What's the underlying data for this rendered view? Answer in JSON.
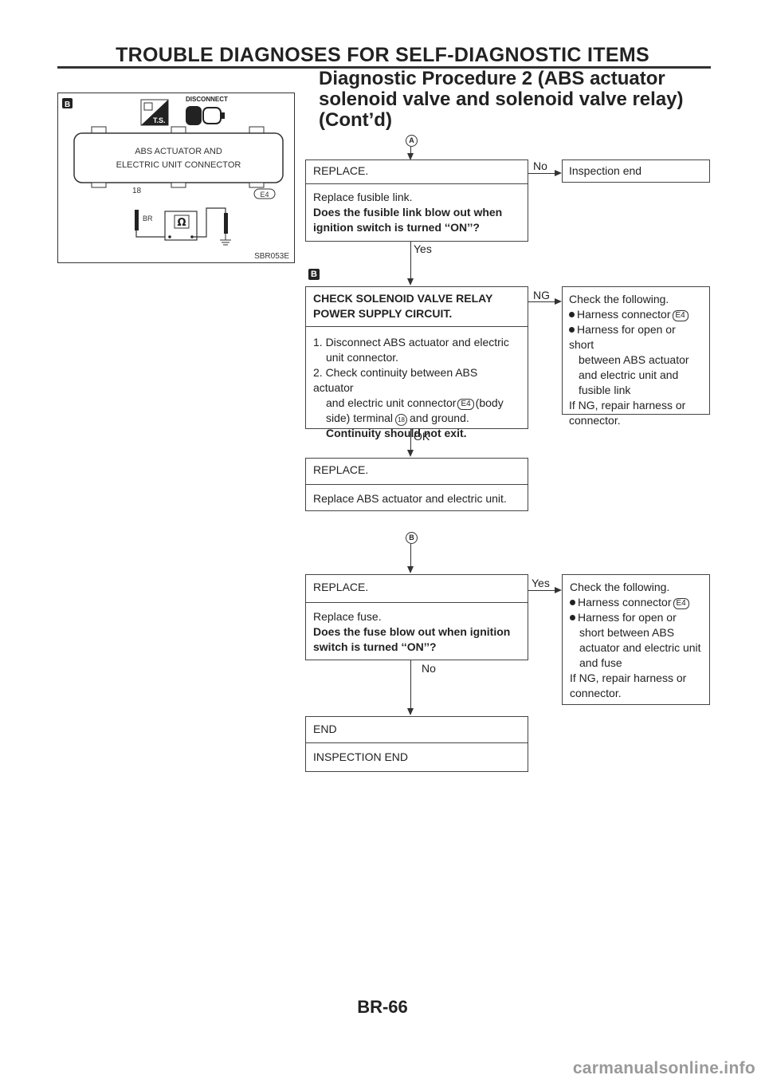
{
  "header": {
    "title": "TROUBLE DIAGNOSES FOR SELF-DIAGNOSTIC ITEMS",
    "procedure_title_lines": [
      "Diagnostic Procedure 2 (ABS actuator",
      "solenoid valve and solenoid valve relay)",
      "(Cont’d)"
    ]
  },
  "diagram": {
    "ts_label": "T.S.",
    "disconnect_label": "DISCONNECT",
    "connector_line1": "ABS ACTUATOR AND",
    "connector_line2": "ELECTRIC UNIT CONNECTOR",
    "terminal": "18",
    "wire_color": "BR",
    "connector_id": "E4",
    "ohm_symbol": "Ω",
    "figure_id": "SBR053E"
  },
  "markers": {
    "a": "A",
    "b": "B",
    "section_icon": "B"
  },
  "flow_a": {
    "box1": {
      "head": "REPLACE.",
      "line1": "Replace fusible link.",
      "line2": "Does the fusible link blow out when",
      "line3": "ignition switch is turned ‘‘ON’’?"
    },
    "no_label": "No",
    "inspection_end": "Inspection end",
    "yes_label": "Yes",
    "box2": {
      "head1": "CHECK SOLENOID VALVE RELAY",
      "head2": "POWER SUPPLY CIRCUIT.",
      "step1a": "1. Disconnect ABS actuator and electric",
      "step1b": "unit connector.",
      "step2a": "2. Check continuity between ABS actuator",
      "step2b_pre": "and electric unit connector",
      "connector": "E4",
      "step2b_post": "(body",
      "step2c_pre": "side) terminal",
      "terminal": "18",
      "step2c_post": "and ground.",
      "step2d": "Continuity should not exit."
    },
    "ng_label": "NG",
    "ng_box": {
      "line1": "Check the following.",
      "item1_pre": "Harness connector",
      "item1_conn": "E4",
      "item2a": "Harness for open or short",
      "item2b": "between ABS actuator",
      "item2c": "and electric unit and",
      "item2d": "fusible link",
      "line3": "If NG, repair harness or",
      "line4": "connector."
    },
    "ok_label": "OK",
    "box3": {
      "head": "REPLACE.",
      "body": "Replace ABS actuator and electric unit."
    }
  },
  "flow_b": {
    "box1": {
      "head": "REPLACE.",
      "line1": "Replace fuse.",
      "line2": "Does the fuse blow out when ignition",
      "line3": "switch is turned ‘‘ON’’?"
    },
    "yes_label": "Yes",
    "yes_box": {
      "line1": "Check the following.",
      "item1_pre": "Harness connector",
      "item1_conn": "E4",
      "item2a": "Harness for open or",
      "item2b": "short between ABS",
      "item2c": "actuator and electric unit",
      "item2d": "and fuse",
      "line3": "If NG, repair harness or",
      "line4": "connector."
    },
    "no_label": "No",
    "box2": {
      "head": "END",
      "body": "INSPECTION END"
    }
  },
  "footer": {
    "page": "BR-66"
  },
  "watermark": "carmanualsonline.info"
}
